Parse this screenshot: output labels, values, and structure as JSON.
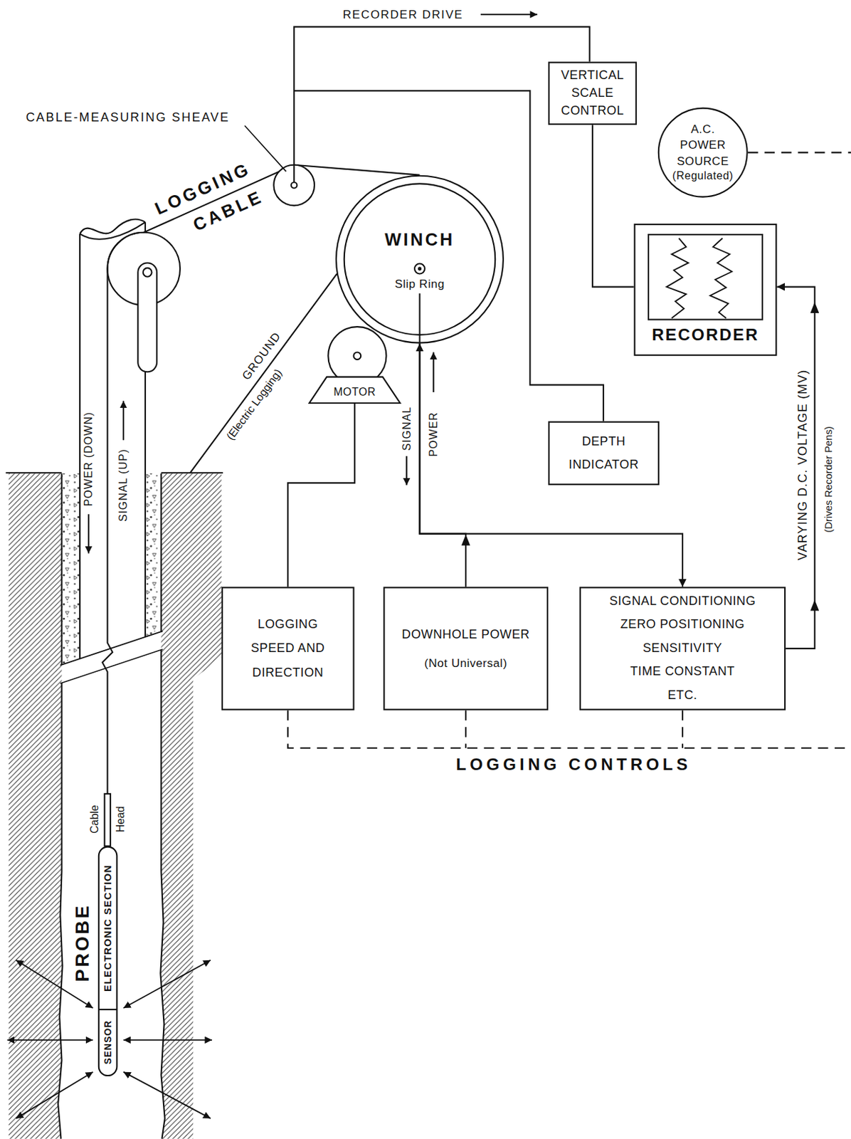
{
  "diagram": {
    "nodes": [
      {
        "text": [
          "VERTICAL SCALE CONTROL"
        ]
      },
      {
        "text": [
          "A.C. POWER SOURCE",
          "(Regulated)"
        ]
      },
      {
        "text": [
          "RECORDER"
        ]
      },
      {
        "text": [
          "WINCH",
          "Slip Ring"
        ]
      },
      {
        "text": [
          "MOTOR"
        ]
      },
      {
        "text": [
          "DEPTH INDICATOR"
        ]
      },
      {
        "text": [
          "LOGGING SPEED AND DIRECTION"
        ]
      },
      {
        "text": [
          "DOWNHOLE POWER",
          "(Not Universal)"
        ]
      },
      {
        "text": [
          "SIGNAL CONDITIONING",
          "ZERO POSITIONING",
          "SENSITIVITY",
          "TIME CONSTANT",
          "ETC."
        ]
      },
      {
        "text": [
          "PROBE",
          "ELECTRONIC SECTION",
          "SENSOR"
        ]
      }
    ],
    "edges": [
      {
        "from": 0,
        "to": 2,
        "arrow": "none"
      },
      {
        "from": 4,
        "to": 6,
        "arrow": "none"
      },
      {
        "from": 7,
        "to": 3,
        "arrow": "to"
      },
      {
        "from": 3,
        "to": 8,
        "arrow": "to"
      },
      {
        "from": 8,
        "to": 2,
        "arrow": "to"
      }
    ],
    "labels": [
      "RECORDER DRIVE",
      "CABLE-MEASURING SHEAVE",
      "LOGGING CABLE",
      "GROUND",
      "(Electric Logging)",
      "SIGNAL",
      "POWER",
      "POWER (DOWN)",
      "SIGNAL (UP)",
      "Cable Head",
      "VARYING D.C. VOLTAGE (MV)",
      "(Drives Recorder Pens)",
      "LOGGING CONTROLS"
    ]
  }
}
